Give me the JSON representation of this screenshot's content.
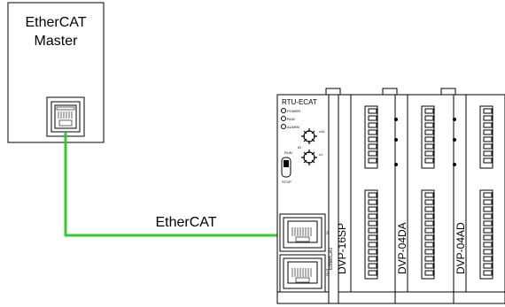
{
  "master": {
    "line1": "EtherCAT",
    "line2": "Master"
  },
  "link_label": "EtherCAT",
  "rtu": {
    "title": "RTU-ECAT",
    "led_power": "POWER",
    "led_run": "RUN",
    "led_alarm": "ALARM",
    "run_label": "RUN",
    "stop_label": "STOP",
    "port_label": "EtherCAT",
    "port_in": "IN",
    "port_out": "OUT",
    "x10": "x10",
    "x1": "x1",
    "id_label": "ID"
  },
  "modules": [
    "DVP-16SP",
    "DVP-04DA",
    "DVP-04AD"
  ],
  "colors": {
    "cable": "#33cc33",
    "stroke": "#000000"
  }
}
